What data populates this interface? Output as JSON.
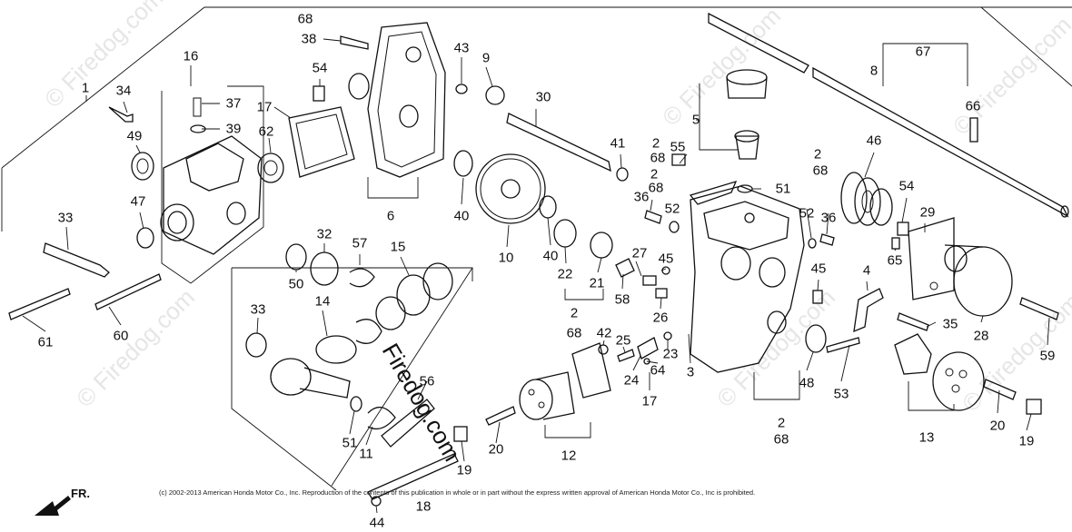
{
  "watermark": "© Firedog.com",
  "center_watermark": "Firedog.com",
  "copyright": "(c) 2002-2013 American Honda Motor Co., Inc. Reproduction of the contents of this publication in whole or in part without the express written approval of American Honda Motor Co., Inc is prohibited.",
  "direction_label": "FR.",
  "part_labels": [
    {
      "id": "p68a",
      "text": "68"
    },
    {
      "id": "p38",
      "text": "38"
    },
    {
      "id": "p54a",
      "text": "54"
    },
    {
      "id": "p43",
      "text": "43"
    },
    {
      "id": "p9",
      "text": "9"
    },
    {
      "id": "p16",
      "text": "16"
    },
    {
      "id": "p1",
      "text": "1"
    },
    {
      "id": "p34",
      "text": "34"
    },
    {
      "id": "p37",
      "text": "37"
    },
    {
      "id": "p39",
      "text": "39"
    },
    {
      "id": "p17a",
      "text": "17"
    },
    {
      "id": "p62",
      "text": "62"
    },
    {
      "id": "p49",
      "text": "49"
    },
    {
      "id": "p30",
      "text": "30"
    },
    {
      "id": "p41",
      "text": "41"
    },
    {
      "id": "p6",
      "text": "6"
    },
    {
      "id": "p47",
      "text": "47"
    },
    {
      "id": "p40a",
      "text": "40"
    },
    {
      "id": "p10",
      "text": "10"
    },
    {
      "id": "p40b",
      "text": "40"
    },
    {
      "id": "p33a",
      "text": "33"
    },
    {
      "id": "p32",
      "text": "32"
    },
    {
      "id": "p57",
      "text": "57"
    },
    {
      "id": "p15",
      "text": "15"
    },
    {
      "id": "p50",
      "text": "50"
    },
    {
      "id": "p14",
      "text": "14"
    },
    {
      "id": "p33b",
      "text": "33"
    },
    {
      "id": "p61",
      "text": "61"
    },
    {
      "id": "p60",
      "text": "60"
    },
    {
      "id": "p22",
      "text": "22"
    },
    {
      "id": "p21",
      "text": "21"
    },
    {
      "id": "p27",
      "text": "27"
    },
    {
      "id": "p58",
      "text": "58"
    },
    {
      "id": "p2a",
      "text": "2"
    },
    {
      "id": "p68b",
      "text": "68"
    },
    {
      "id": "p36a",
      "text": "36"
    },
    {
      "id": "p52a",
      "text": "52"
    },
    {
      "id": "p55",
      "text": "55"
    },
    {
      "id": "p45a",
      "text": "45"
    },
    {
      "id": "p26",
      "text": "26"
    },
    {
      "id": "p2b",
      "text": "2"
    },
    {
      "id": "p68c",
      "text": "68"
    },
    {
      "id": "p42",
      "text": "42"
    },
    {
      "id": "p25",
      "text": "25"
    },
    {
      "id": "p23",
      "text": "23"
    },
    {
      "id": "p24",
      "text": "24"
    },
    {
      "id": "p64",
      "text": "64"
    },
    {
      "id": "p17b",
      "text": "17"
    },
    {
      "id": "p3",
      "text": "3"
    },
    {
      "id": "p56",
      "text": "56"
    },
    {
      "id": "p51a",
      "text": "51"
    },
    {
      "id": "p11",
      "text": "11"
    },
    {
      "id": "p20a",
      "text": "20"
    },
    {
      "id": "p19a",
      "text": "19"
    },
    {
      "id": "p12",
      "text": "12"
    },
    {
      "id": "p18",
      "text": "18"
    },
    {
      "id": "p44",
      "text": "44"
    },
    {
      "id": "p5",
      "text": "5"
    },
    {
      "id": "p2c",
      "text": "2"
    },
    {
      "id": "p68d",
      "text": "68"
    },
    {
      "id": "p51b",
      "text": "51"
    },
    {
      "id": "p2d",
      "text": "2"
    },
    {
      "id": "p68e",
      "text": "68"
    },
    {
      "id": "p52b",
      "text": "52"
    },
    {
      "id": "p36b",
      "text": "36"
    },
    {
      "id": "p46",
      "text": "46"
    },
    {
      "id": "p8",
      "text": "8"
    },
    {
      "id": "p67",
      "text": "67"
    },
    {
      "id": "p66",
      "text": "66"
    },
    {
      "id": "p54b",
      "text": "54"
    },
    {
      "id": "p29",
      "text": "29"
    },
    {
      "id": "p65",
      "text": "65"
    },
    {
      "id": "p45b",
      "text": "45"
    },
    {
      "id": "p4",
      "text": "4"
    },
    {
      "id": "p35",
      "text": "35"
    },
    {
      "id": "p28",
      "text": "28"
    },
    {
      "id": "p59",
      "text": "59"
    },
    {
      "id": "p48",
      "text": "48"
    },
    {
      "id": "p53",
      "text": "53"
    },
    {
      "id": "p2e",
      "text": "2"
    },
    {
      "id": "p68f",
      "text": "68"
    },
    {
      "id": "p13",
      "text": "13"
    },
    {
      "id": "p20b",
      "text": "20"
    },
    {
      "id": "p19b",
      "text": "19"
    }
  ]
}
